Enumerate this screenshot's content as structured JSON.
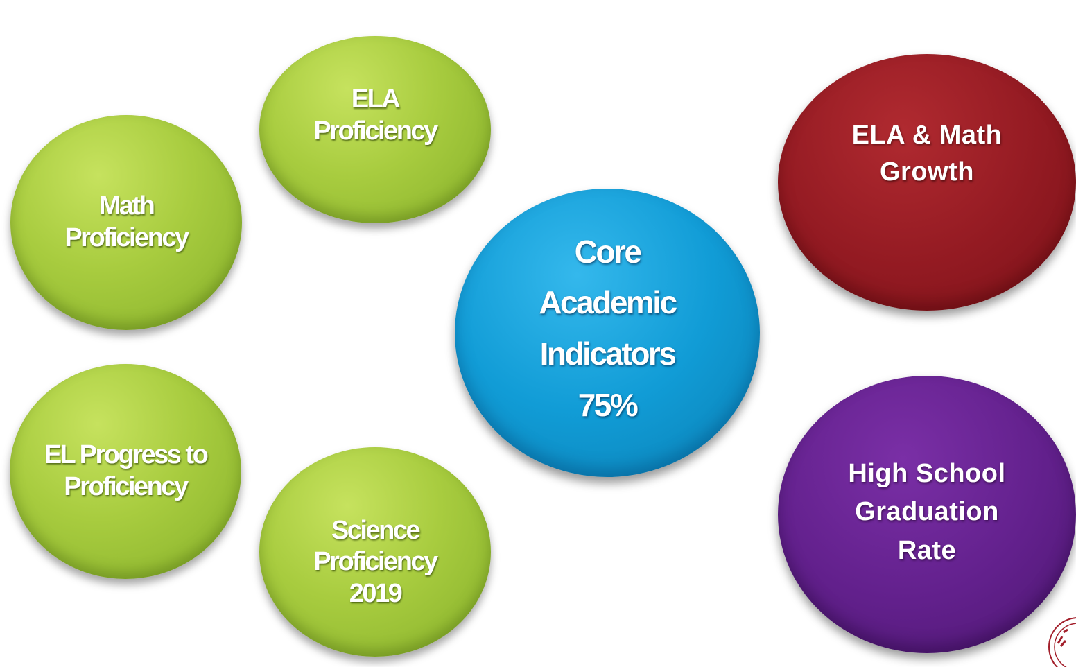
{
  "bubbles": {
    "ela_proficiency": {
      "label": "ELA\nProficiency",
      "color": "#a8cc3f"
    },
    "math_proficiency": {
      "label": "Math\nProficiency",
      "color": "#a8cc3f"
    },
    "el_progress": {
      "label": "EL Progress to\nProficiency",
      "color": "#a8cc3f"
    },
    "science_proficiency": {
      "label": "Science\nProficiency\n2019",
      "color": "#a8cc3f"
    },
    "core": {
      "label": "Core\nAcademic\nIndicators\n75%",
      "color": "#119cd6"
    },
    "growth": {
      "label": "ELA & Math\nGrowth",
      "color": "#931a22"
    },
    "graduation": {
      "label": "High School\nGraduation\nRate",
      "color": "#62208c"
    }
  },
  "seal": {
    "icon": "seal-icon",
    "color": "#a31f2b"
  }
}
